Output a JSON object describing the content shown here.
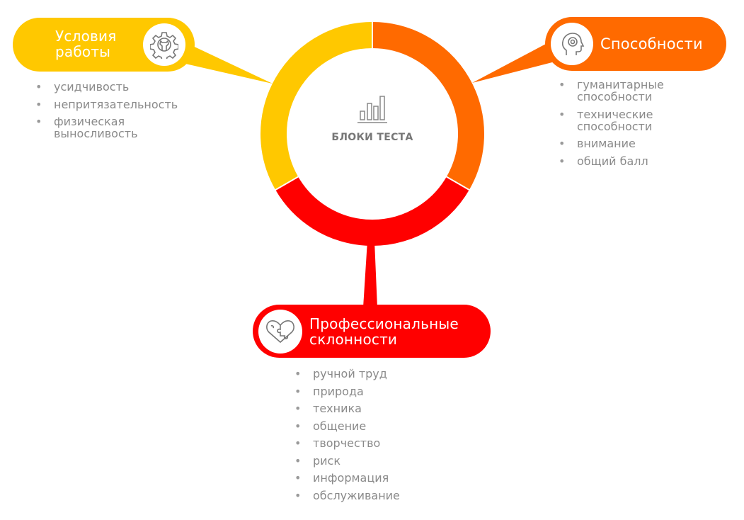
{
  "center": {
    "label": "БЛОКИ ТЕСТА",
    "icon": "bar-chart-icon"
  },
  "colors": {
    "yellow": "#FFC800",
    "orange": "#FF6A00",
    "red": "#FF0000",
    "text": "#8a8a8a"
  },
  "blocks": {
    "work": {
      "title_line1": "Условия",
      "title_line2": "работы",
      "icon": "gear-wrench-icon",
      "items": [
        "усидчивость",
        "непритязательность",
        "физическая выносливость"
      ]
    },
    "abilities": {
      "title": "Способности",
      "icon": "head-gear-icon",
      "items": [
        "гуманитарные способности",
        "технические способности",
        "внимание",
        "общий балл"
      ]
    },
    "inclinations": {
      "title_line1": "Профессиональные",
      "title_line2": "склонности",
      "icon": "heart-puzzle-icon",
      "items": [
        "ручной труд",
        "природа",
        "техника",
        "общение",
        "творчество",
        "риск",
        "информация",
        "обслуживание"
      ]
    }
  }
}
